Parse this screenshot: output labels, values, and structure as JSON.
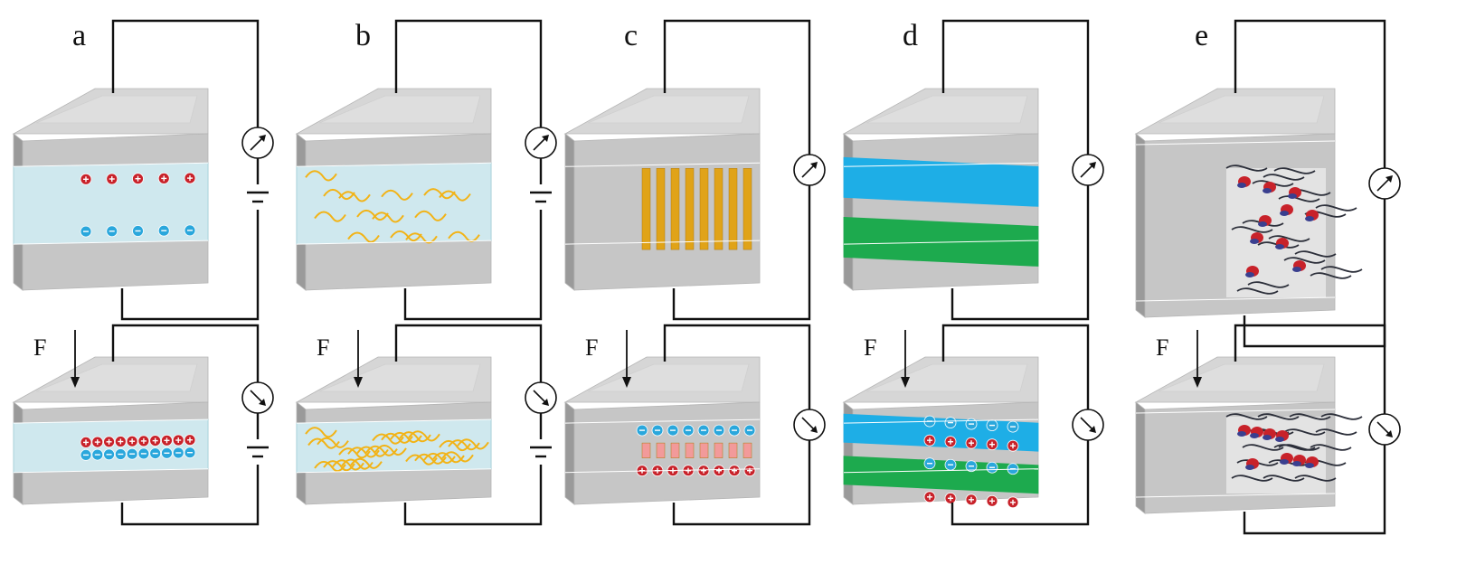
{
  "figure": {
    "panels": [
      {
        "id": "a",
        "label": "a",
        "force_label": "F",
        "structure": "dielectric with ion charges",
        "source": "battery"
      },
      {
        "id": "b",
        "label": "b",
        "force_label": "F",
        "structure": "conductive fiber network",
        "source": "battery"
      },
      {
        "id": "c",
        "label": "c",
        "force_label": "F",
        "structure": "piezoelectric pillars",
        "source": "none"
      },
      {
        "id": "d",
        "label": "d",
        "force_label": "F",
        "structure": "layered triboelectric films",
        "source": "none"
      },
      {
        "id": "e",
        "label": "e",
        "force_label": "F",
        "structure": "ionic polymer network",
        "source": "none"
      }
    ],
    "states": [
      "unpressed",
      "pressed"
    ],
    "colors": {
      "box_top": "#d6d6d6",
      "box_front": "#c6c6c6",
      "box_side": "#9a9a9a",
      "dielectric": "#cfe8ee",
      "positive_ion": "#c8222a",
      "negative_ion": "#2aa7dc",
      "fiber": "#f2b316",
      "pillar": "#e0a318",
      "pillar_pressed": "#f29a9a",
      "layer_blue": "#1eaee6",
      "layer_green": "#1daa4e",
      "wire": "#111111"
    },
    "icons": [
      "ammeter-icon",
      "battery-icon",
      "force-arrow-icon"
    ]
  }
}
